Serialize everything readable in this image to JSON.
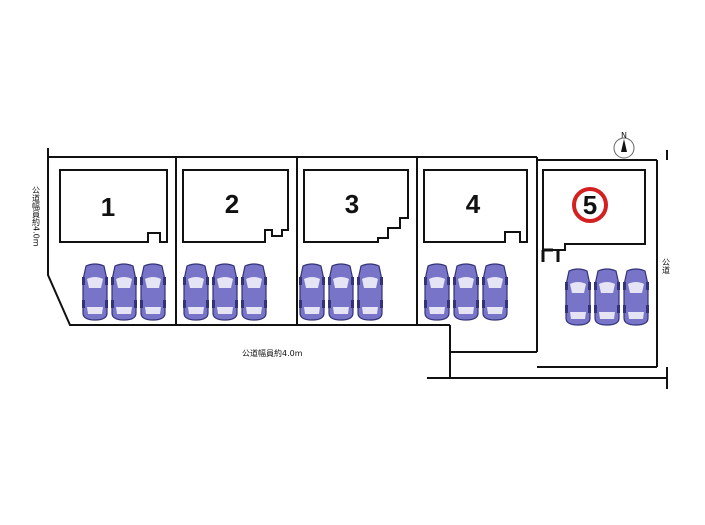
{
  "lots": [
    {
      "id": "1",
      "highlighted": false
    },
    {
      "id": "2",
      "highlighted": false
    },
    {
      "id": "3",
      "highlighted": false
    },
    {
      "id": "4",
      "highlighted": false
    },
    {
      "id": "5",
      "highlighted": true
    }
  ],
  "cars_per_lot": 3,
  "labels": {
    "road_south": "公道幅員約4.0m",
    "road_west": "公道幅員約4.0m",
    "road_east": "公道",
    "north": "N"
  },
  "colors": {
    "car_body": "#7874C8",
    "car_outline": "#33337a",
    "car_glass": "#e4e4f4",
    "highlight_ring": "#d42020",
    "line": "#111111"
  }
}
